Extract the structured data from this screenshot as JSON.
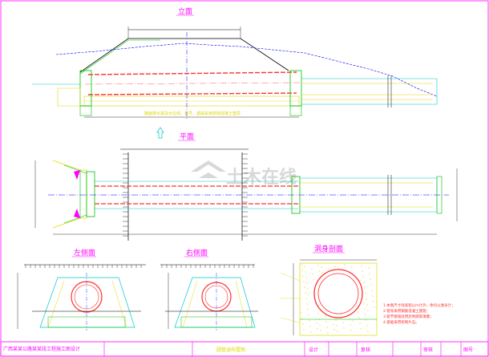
{
  "views": {
    "elevation": "立面",
    "plan": "平面",
    "left_side": "左侧面",
    "right_side": "右侧面",
    "section": "洞身剖面"
  },
  "notes": {
    "elevation_note": "路面排水渠及水位线、桩号、基础采用浆砌混凝土垫层",
    "section_note_1": "1.本图尺寸除高程以m计外，余均以厘米计；",
    "section_note_2": "2.管身采用钢筋混凝土圆管；",
    "section_note_3": "3.管节接缝处用沥青麻絮填塞；",
    "section_note_4": "4.基础采用浆砌片石。"
  },
  "title_block": {
    "project": "广西某某公路某某段工程施工图设计",
    "drawing_title": "圆管涵布置图",
    "design": "设计",
    "check": "复核",
    "review": "审核",
    "sheet": "图号"
  },
  "watermark": "土木在线",
  "colors": {
    "black": "#000000",
    "green": "#00c000",
    "cyan": "#00c8c8",
    "blue": "#0000ff",
    "red": "#ff3030",
    "magenta": "#ff00ff",
    "yellow": "#e0d800"
  }
}
